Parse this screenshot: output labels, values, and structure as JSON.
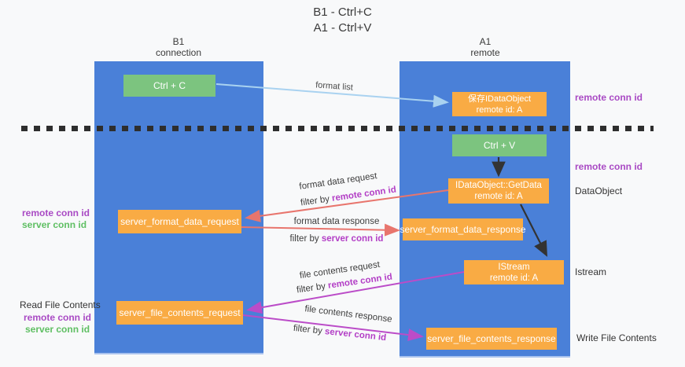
{
  "title": {
    "line1": "B1 - Ctrl+C",
    "line2": "A1 - Ctrl+V"
  },
  "lanes": {
    "left": {
      "header_line1": "B1",
      "header_line2": "connection"
    },
    "right": {
      "header_line1": "A1",
      "header_line2": "remote"
    }
  },
  "nodes": {
    "ctrl_c": "Ctrl + C",
    "ctrl_v": "Ctrl + V",
    "save_dataobject": {
      "line1": "保存IDataObject",
      "line2": "remote id: A"
    },
    "getdata": {
      "line1": "IDataObject::GetData",
      "line2": "remote id: A"
    },
    "istream": {
      "line1": "IStream",
      "line2": "remote id: A"
    },
    "server_format_data_request": "server_format_data_request",
    "server_format_data_response": "server_format_data_response",
    "server_file_contents_request": "server_file_contents_request",
    "server_file_contents_response": "server_file_contents_response"
  },
  "side_labels": {
    "right_remote_conn_id_top": "remote conn id",
    "right_remote_conn_id_mid": "remote conn id",
    "right_dataobject": "DataObject",
    "right_istream": "Istream",
    "right_write_file_contents": "Write File Contents",
    "left_remote_conn_id_1": "remote conn id",
    "left_server_conn_id_1": "server conn id",
    "left_read_file_contents": "Read File Contents",
    "left_remote_conn_id_2": "remote conn id",
    "left_server_conn_id_2": "server conn id"
  },
  "arrow_labels": {
    "format_list": "format list",
    "format_data_request": "format data request",
    "format_data_request_filter": {
      "prefix": "filter by ",
      "highlight": "remote conn id"
    },
    "format_data_response": "format data response",
    "format_data_response_filter": {
      "prefix": "filter by ",
      "highlight": "server conn id"
    },
    "file_contents_request": "file contents request",
    "file_contents_request_filter": {
      "prefix": "filter by ",
      "highlight": "remote conn id"
    },
    "file_contents_response": "file contents response",
    "file_contents_response_filter": {
      "prefix": "filter by ",
      "highlight": "server conn id"
    }
  },
  "colors": {
    "lane_blue": "#4a80d8",
    "node_orange": "#f9ab44",
    "node_green": "#7cc47f",
    "label_purple": "#a94ac4",
    "label_green": "#5fbf63",
    "arrow_red": "#e8756d",
    "arrow_magenta": "#bb4cc8",
    "arrow_light_blue": "#a9d2f0",
    "arrow_black": "#333333",
    "dashed_separator": "#2e2e2e"
  }
}
